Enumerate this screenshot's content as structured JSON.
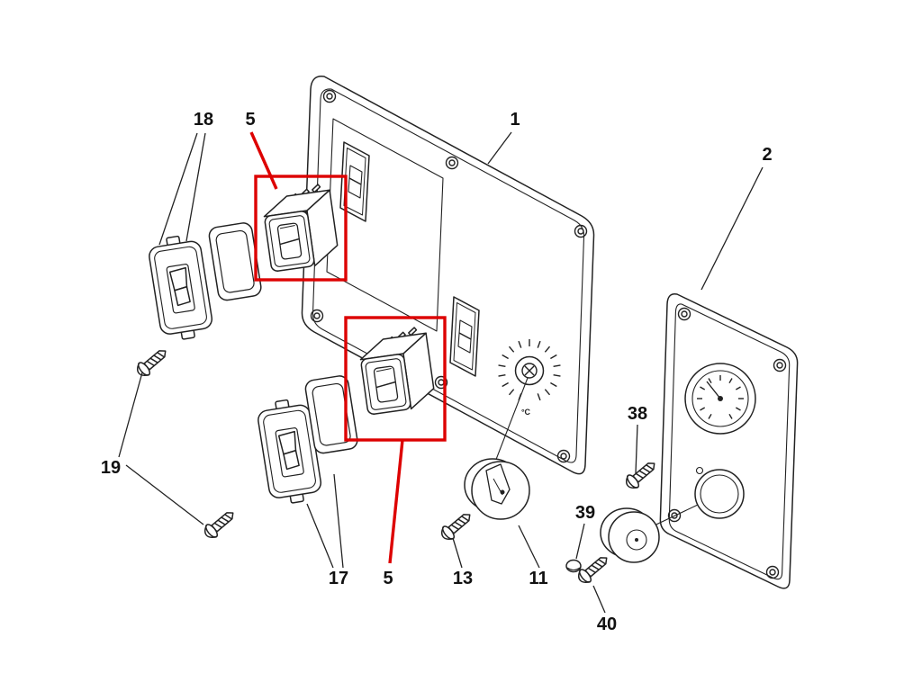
{
  "style": {
    "background": "#ffffff",
    "line_color": "#222222",
    "text_color": "#111111",
    "highlight_color": "#dd0000"
  },
  "labels": {
    "panel": "1",
    "gauge_panel": "2",
    "switch_upper": "5",
    "switch_lower": "5",
    "control_knob": "11",
    "screw_13": "13",
    "switch_frame_lower": "17",
    "switch_frame_upper": "18",
    "screws_19": "19",
    "screw_38": "38",
    "fastener_39": "39",
    "knob_40": "40"
  },
  "dial": {
    "unit": "°C"
  }
}
